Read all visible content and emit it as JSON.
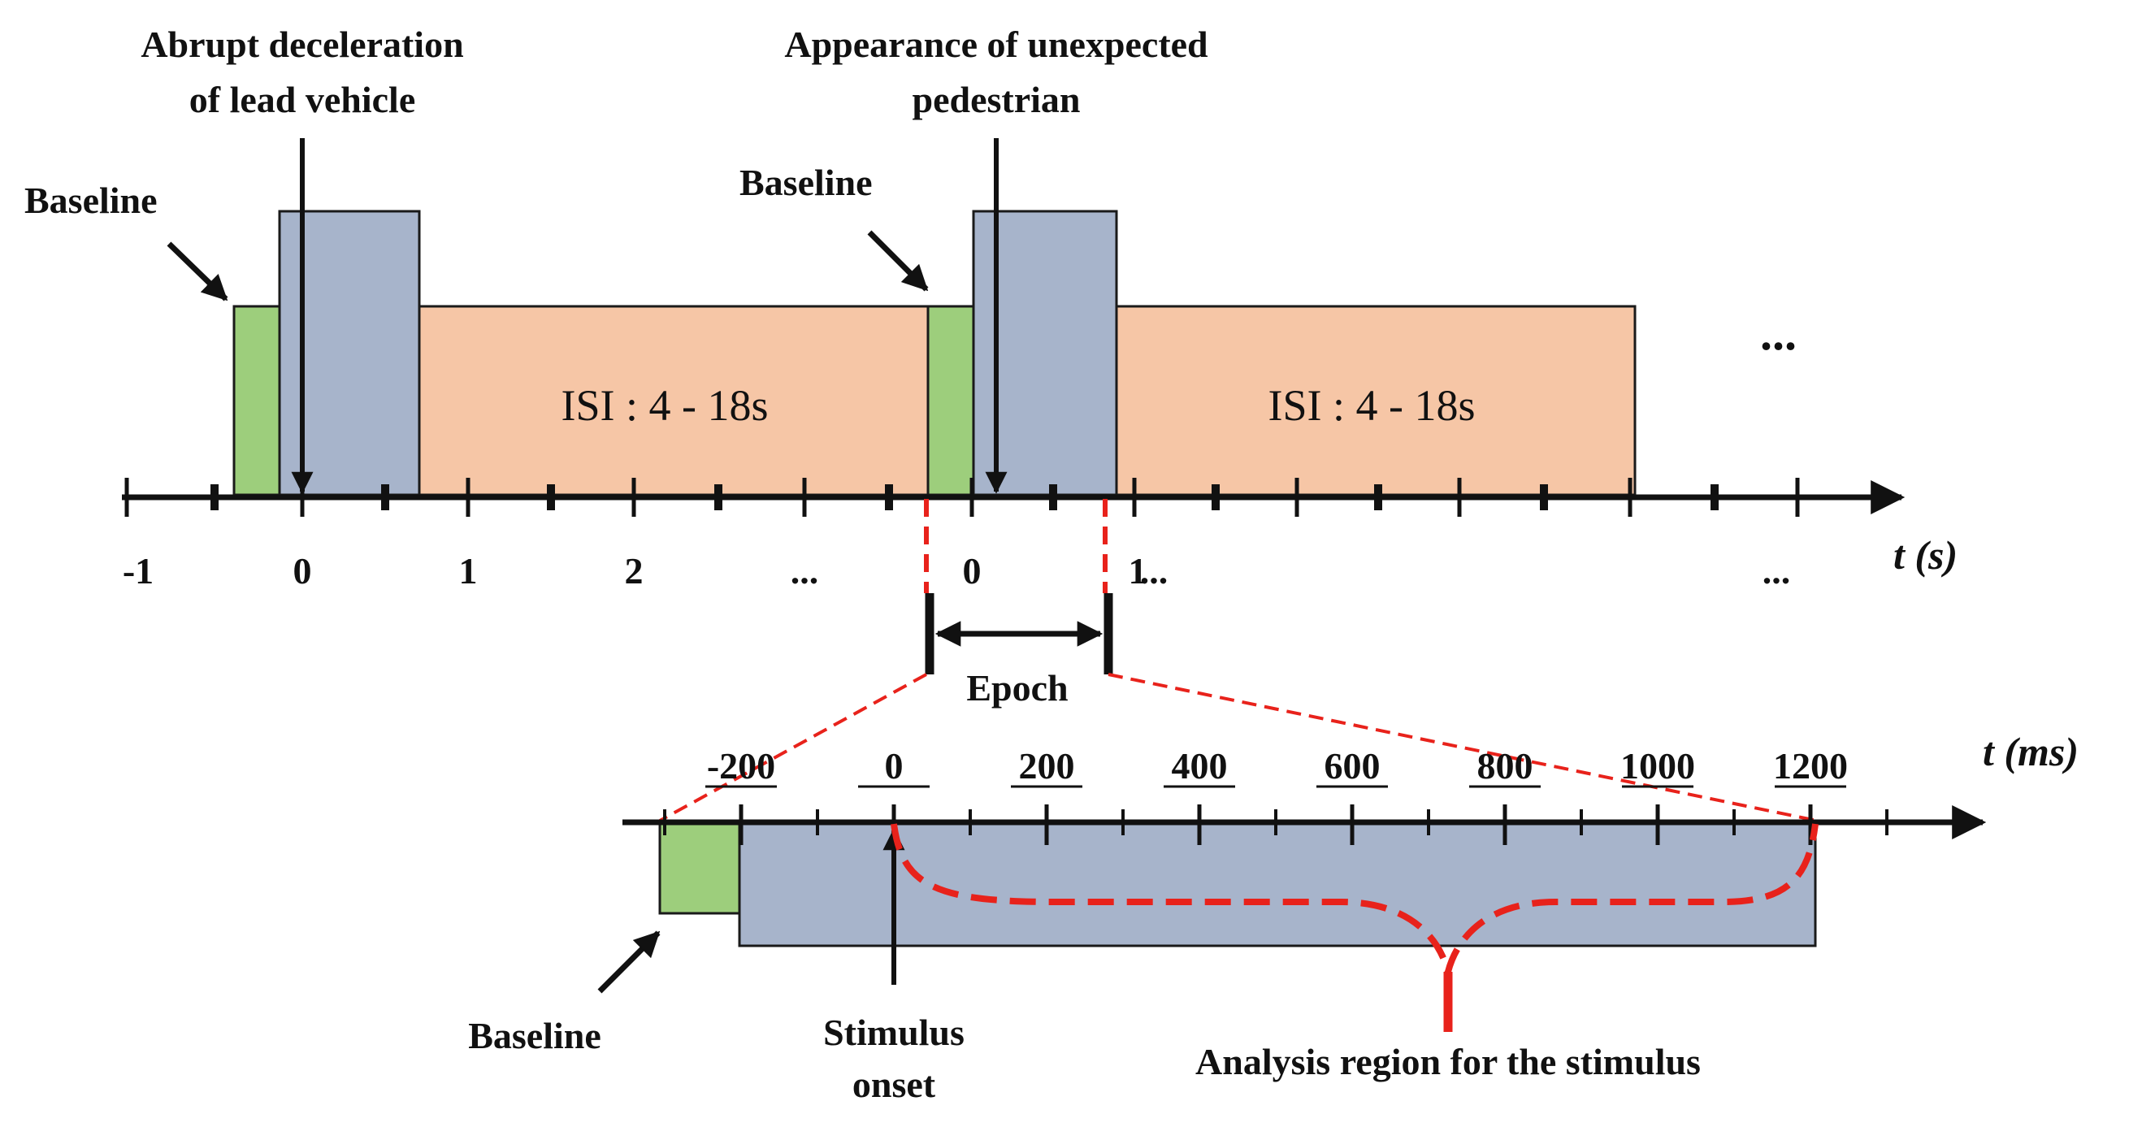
{
  "colors": {
    "baseline": "#9dce7c",
    "event": "#a7b4cb",
    "isi": "#f6c6a6",
    "outline": "#1a1a1a",
    "highlight": "#e8221b"
  },
  "top": {
    "label_decel_line1": "Abrupt deceleration",
    "label_decel_line2": "of lead vehicle",
    "label_ped_line1": "Appearance of unexpected",
    "label_ped_line2": "pedestrian",
    "label_baseline_1": "Baseline",
    "label_baseline_2": "Baseline",
    "isi_1": "ISI : 4 - 18s",
    "isi_2": "ISI : 4 - 18s",
    "ellipsis_right": "...",
    "ticks": [
      "-1",
      "0",
      "1",
      "2",
      "...",
      "0",
      "1",
      "...",
      "..."
    ],
    "axis_title": "t (s)"
  },
  "epoch": {
    "label": "Epoch"
  },
  "bottom": {
    "ticks": [
      "-200",
      "0",
      "200",
      "400",
      "600",
      "800",
      "1000",
      "1200"
    ],
    "axis_title": "t (ms)",
    "label_baseline": "Baseline",
    "label_stimulus_line1": "Stimulus",
    "label_stimulus_line2": "onset",
    "label_analysis": "Analysis region for the stimulus"
  }
}
